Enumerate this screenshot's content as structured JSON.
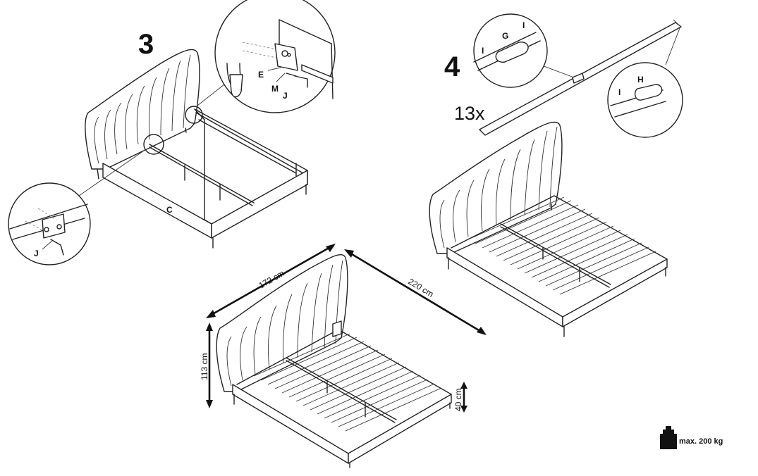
{
  "steps": {
    "step3": "3",
    "step4": "4"
  },
  "strap": {
    "quantity": "13x"
  },
  "part_labels": {
    "E": "E",
    "M": "M",
    "J_top": "J",
    "J_bottom": "J",
    "C": "C",
    "G": "G",
    "I_left": "I",
    "I_right": "I",
    "I_bottom": "I",
    "H": "H"
  },
  "dimensions": {
    "width": "172 cm",
    "length": "220 cm",
    "height": "113 cm",
    "frame_height": "40 cm"
  },
  "load": {
    "label": "max.  200  kg"
  }
}
